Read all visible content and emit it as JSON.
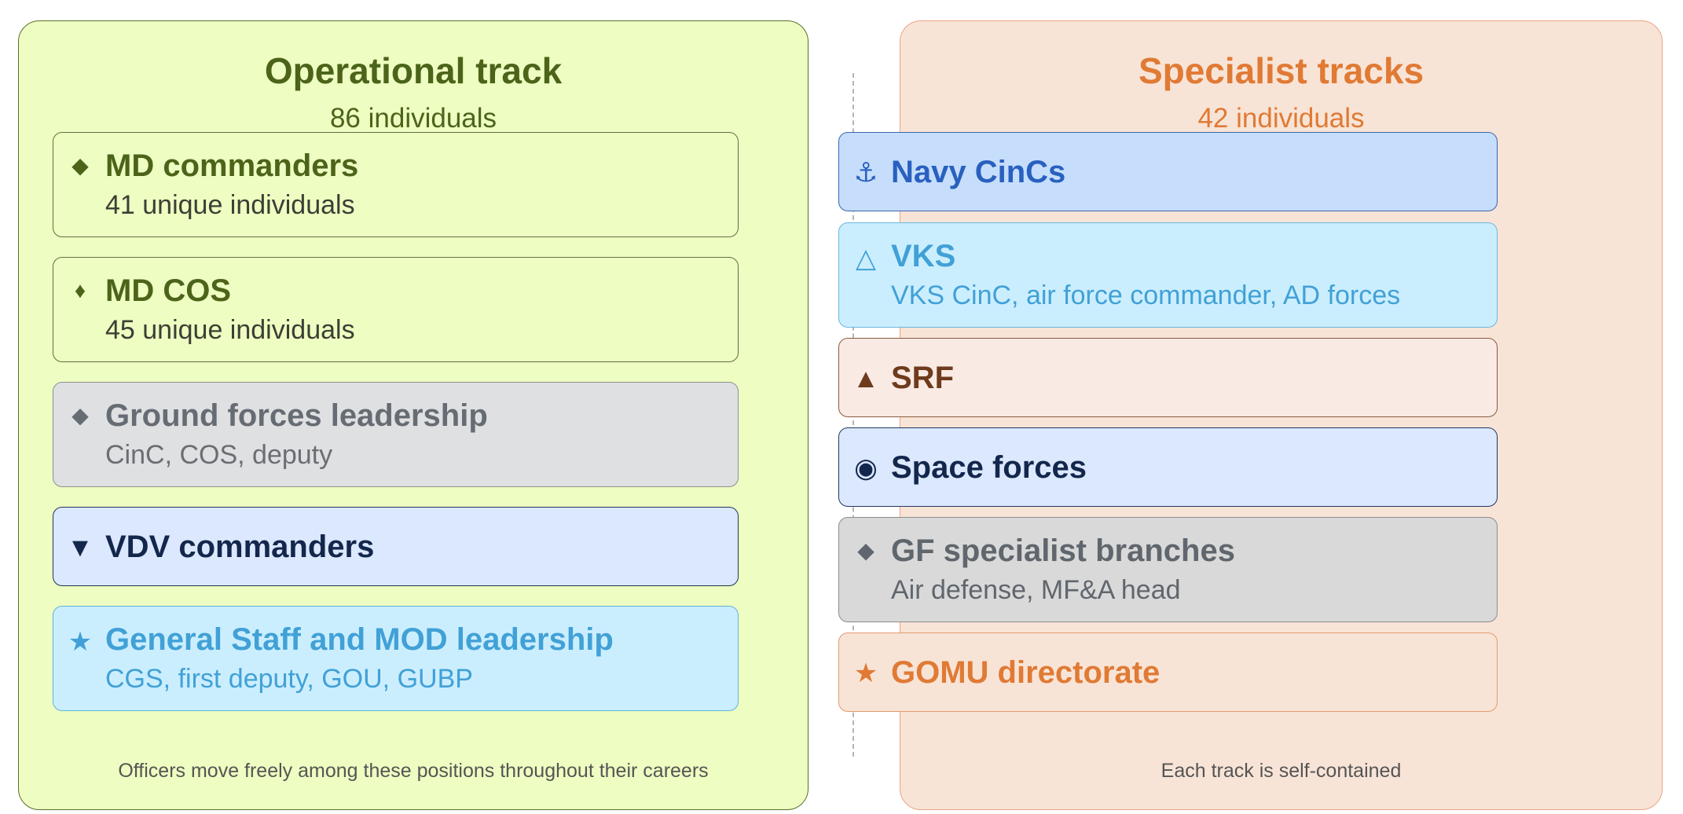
{
  "left_panel": {
    "title": "Operational track",
    "subtitle": "86 individuals",
    "note": "Officers move freely among these positions throughout their careers",
    "colors": {
      "background": "#eefdc1",
      "border": "#56702a",
      "text": "#4b6419"
    },
    "cards": [
      {
        "icon": "◆",
        "icon_name": "diamond-icon",
        "title": "MD commanders",
        "subtitle": "41 unique individuals",
        "colors": {
          "bg": "#eefdc1",
          "border": "#5f6f45",
          "title": "#4b6419",
          "sub": "#3c3f35"
        }
      },
      {
        "icon": "♦",
        "icon_name": "diamond-suit-icon",
        "title": "MD COS",
        "subtitle": "45 unique individuals",
        "colors": {
          "bg": "#eefdc1",
          "border": "#5f6f45",
          "title": "#4b6419",
          "sub": "#3c3f35"
        }
      },
      {
        "icon": "◆",
        "icon_name": "gray-diamond-icon",
        "title": "Ground forces leadership",
        "subtitle": "CinC, COS, deputy",
        "colors": {
          "bg": "#dfe0e2",
          "border": "#8c9094",
          "title": "#666c73",
          "sub": "#6a6e73"
        }
      },
      {
        "icon": "▼",
        "icon_name": "down-triangle-icon",
        "title": "VDV commanders",
        "subtitle": "",
        "colors": {
          "bg": "#dbe8fd",
          "border": "#22345a",
          "title": "#13264c",
          "sub": "#13264c"
        }
      },
      {
        "icon": "★",
        "icon_name": "star-icon",
        "title": "General Staff and MOD leadership",
        "subtitle": "CGS, first deputy, GOU, GUBP",
        "colors": {
          "bg": "#cbeeff",
          "border": "#5fb3dc",
          "title": "#41a1d6",
          "sub": "#41a1d6"
        }
      }
    ]
  },
  "right_panel": {
    "title": "Specialist tracks",
    "subtitle": "42 individuals",
    "note": "Each track is self-contained",
    "colors": {
      "background": "#f8e4d7",
      "border": "#eba482",
      "text": "#e07a34"
    },
    "cards": [
      {
        "icon": "⚓",
        "icon_name": "anchor-icon",
        "title": "Navy CinCs",
        "subtitle": "",
        "colors": {
          "bg": "#c6defb",
          "border": "#3b64b0",
          "title": "#2960c0",
          "sub": "#2960c0"
        }
      },
      {
        "icon": "△",
        "icon_name": "outline-triangle-icon",
        "title": "VKS",
        "subtitle": "VKS CinC, air force commander, AD forces",
        "colors": {
          "bg": "#cbeeff",
          "border": "#6ab6dc",
          "title": "#41a1d6",
          "sub": "#41a1d6"
        }
      },
      {
        "icon": "▲",
        "icon_name": "up-triangle-icon",
        "title": "SRF",
        "subtitle": "",
        "colors": {
          "bg": "#f9eae4",
          "border": "#8a5a3e",
          "title": "#6e3b1c",
          "sub": "#6e3b1c"
        }
      },
      {
        "icon": "◉",
        "icon_name": "bullseye-icon",
        "title": "Space forces",
        "subtitle": "",
        "colors": {
          "bg": "#dbe8fd",
          "border": "#24375e",
          "title": "#13264c",
          "sub": "#13264c"
        }
      },
      {
        "icon": "◆",
        "icon_name": "gray-diamond-icon",
        "title": "GF specialist branches",
        "subtitle": "Air defense, MF&A head",
        "colors": {
          "bg": "#d9d9d9",
          "border": "#8c8c8c",
          "title": "#60666d",
          "sub": "#60666d"
        }
      },
      {
        "icon": "★",
        "icon_name": "star-icon",
        "title": "GOMU directorate",
        "subtitle": "",
        "colors": {
          "bg": "#f8e4d7",
          "border": "#e39a6e",
          "title": "#e07a34",
          "sub": "#e07a34"
        }
      }
    ]
  }
}
